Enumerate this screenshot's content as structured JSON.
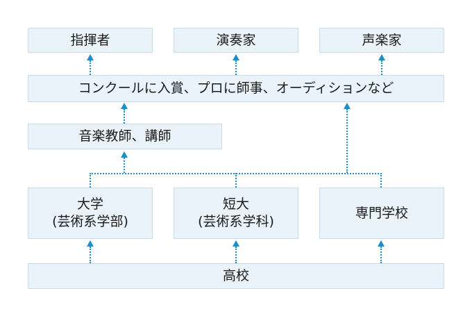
{
  "careers": {
    "conductor": "指揮者",
    "performer": "演奏家",
    "vocalist": "声楽家"
  },
  "pathway": "コンクールに入賞、プロに師事、オーディションなど",
  "teacher": "音楽教師、講師",
  "schools": {
    "university": {
      "line1": "大学",
      "line2": "(芸術系学部)"
    },
    "junior_college": {
      "line1": "短大",
      "line2": "(芸術系学科)"
    },
    "vocational": "専門学校"
  },
  "high_school": "高校",
  "colors": {
    "box_fill": "#e9f3f9",
    "box_border": "#c6dcea",
    "arrow": "#1b8fc8"
  }
}
